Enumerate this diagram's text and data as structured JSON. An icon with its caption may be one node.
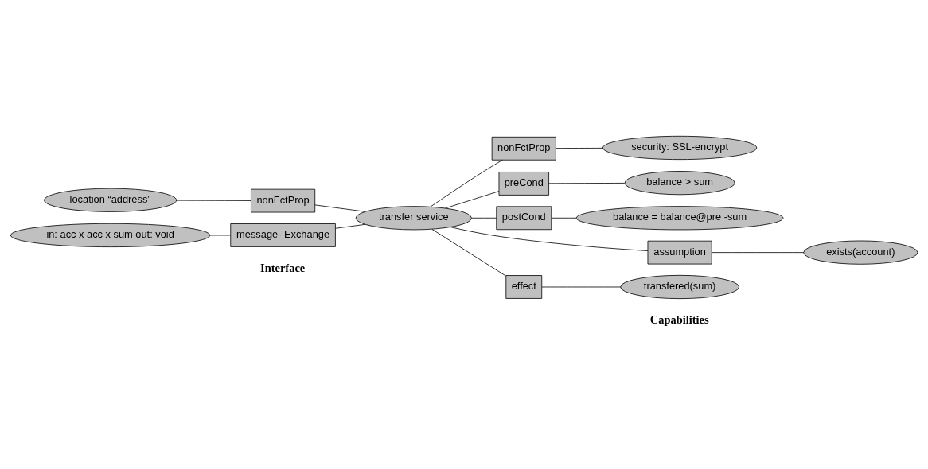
{
  "diagram": {
    "nodes": [
      {
        "text": [
          "location “address”"
        ]
      },
      {
        "text": [
          "nonFctProp"
        ]
      },
      {
        "text": [
          "in: acc x acc x sum out: void"
        ]
      },
      {
        "text": [
          "message- Exchange"
        ]
      },
      {
        "text": [
          "transfer service"
        ]
      },
      {
        "text": [
          "nonFctProp"
        ]
      },
      {
        "text": [
          "security: SSL-encrypt"
        ]
      },
      {
        "text": [
          "preCond"
        ]
      },
      {
        "text": [
          "balance > sum"
        ]
      },
      {
        "text": [
          "postCond"
        ]
      },
      {
        "text": [
          "balance = balance@pre -sum"
        ]
      },
      {
        "text": [
          "assumption"
        ]
      },
      {
        "text": [
          "exists(account)"
        ]
      },
      {
        "text": [
          "effect"
        ]
      },
      {
        "text": [
          "transfered(sum)"
        ]
      }
    ],
    "edges": [
      {
        "from": 0,
        "to": 1,
        "arrow": "none"
      },
      {
        "from": 2,
        "to": 3,
        "arrow": "none"
      },
      {
        "from": 1,
        "to": 4,
        "arrow": "none"
      },
      {
        "from": 3,
        "to": 4,
        "arrow": "none"
      },
      {
        "from": 4,
        "to": 5,
        "arrow": "none"
      },
      {
        "from": 5,
        "to": 6,
        "arrow": "none"
      },
      {
        "from": 4,
        "to": 7,
        "arrow": "none"
      },
      {
        "from": 7,
        "to": 8,
        "arrow": "none"
      },
      {
        "from": 4,
        "to": 9,
        "arrow": "none"
      },
      {
        "from": 9,
        "to": 10,
        "arrow": "none"
      },
      {
        "from": 4,
        "to": 11,
        "arrow": "none"
      },
      {
        "from": 11,
        "to": 12,
        "arrow": "none"
      },
      {
        "from": 4,
        "to": 13,
        "arrow": "none"
      },
      {
        "from": 13,
        "to": 14,
        "arrow": "none"
      }
    ],
    "labels": [
      "Interface",
      "Capabilities"
    ]
  }
}
